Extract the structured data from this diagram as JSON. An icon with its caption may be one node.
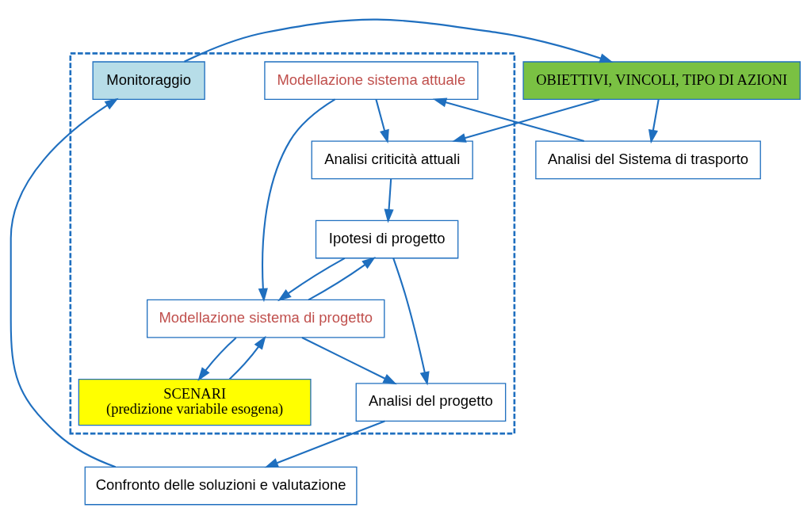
{
  "diagram": {
    "nodes": [
      {
        "text": [
          "Analisi del Sistema di trasporto"
        ]
      },
      {
        "text": [
          "OBIETTIVI, VINCOLI, TIPO DI AZIONI"
        ]
      },
      {
        "text": [],
        "shape": "box"
      },
      {
        "text": [
          "Modellazione sistema attuale"
        ],
        "in": 2
      },
      {
        "text": [
          "Analisi criticità attuali"
        ],
        "in": 2
      },
      {
        "text": [
          "Modellazione sistema di progetto"
        ],
        "in": 2
      },
      {
        "text": [
          "Ipotesi di progetto"
        ],
        "in": 2
      },
      {
        "text": [
          "Monitoraggio"
        ],
        "in": 2
      },
      {
        "text": [
          "SCENARI",
          "(predizione variabile esogena)"
        ],
        "in": 2
      },
      {
        "text": [
          "Analisi del progetto"
        ],
        "in": 2
      },
      {
        "text": [
          "Confronto delle soluzioni e valutazione"
        ]
      }
    ],
    "edges": [
      {
        "from": 1,
        "to": 0,
        "arrow": "to"
      },
      {
        "from": 0,
        "to": 3,
        "arrow": "to"
      },
      {
        "from": 1,
        "to": 4,
        "arrow": "to"
      },
      {
        "from": 3,
        "to": 4,
        "arrow": "to"
      },
      {
        "from": 3,
        "to": 5,
        "arrow": "to"
      },
      {
        "from": 4,
        "to": 6,
        "arrow": "to"
      },
      {
        "from": 5,
        "to": 6,
        "arrow": "to"
      },
      {
        "from": 6,
        "to": 5,
        "arrow": "to"
      },
      {
        "from": 5,
        "to": 8,
        "arrow": "to"
      },
      {
        "from": 8,
        "to": 5,
        "arrow": "to"
      },
      {
        "from": 5,
        "to": 9,
        "arrow": "to"
      },
      {
        "from": 6,
        "to": 9,
        "arrow": "to"
      },
      {
        "from": 9,
        "to": 10,
        "arrow": "to"
      },
      {
        "from": 10,
        "to": 7,
        "arrow": "to"
      },
      {
        "from": 7,
        "to": 1,
        "arrow": "to"
      }
    ]
  }
}
